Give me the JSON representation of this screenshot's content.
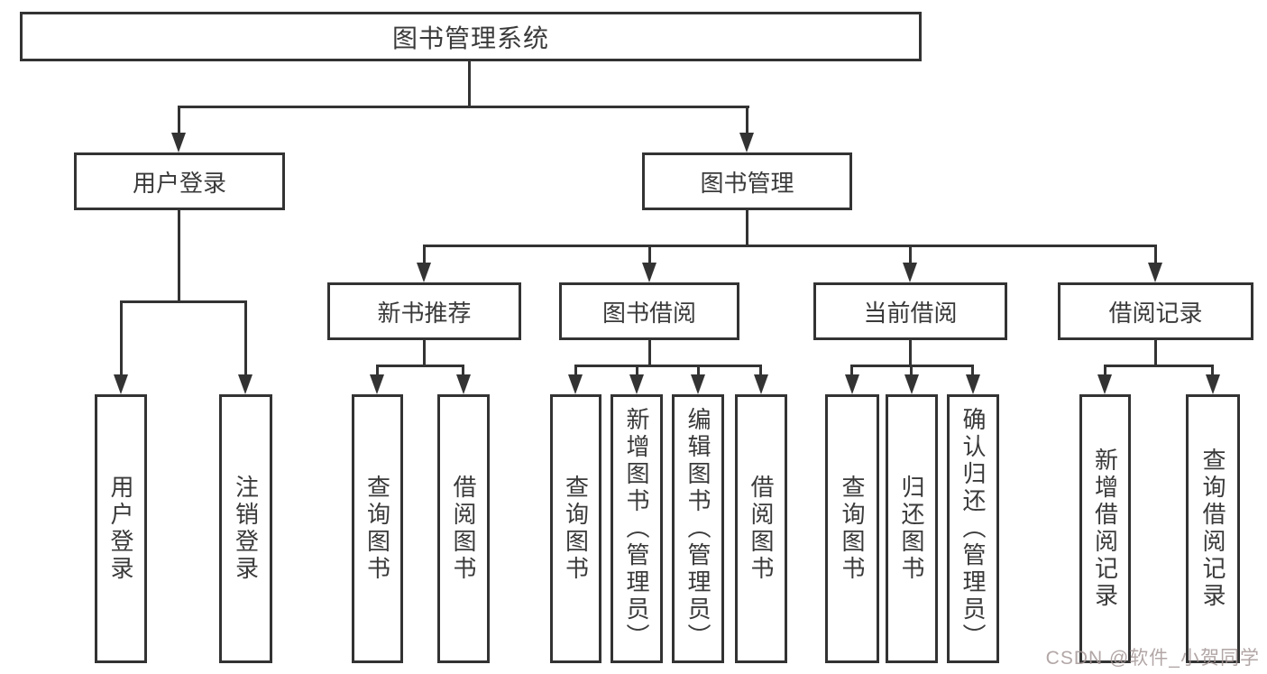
{
  "diagram": {
    "root": {
      "label": "图书管理系统",
      "children": [
        {
          "label": "用户登录",
          "children": [
            {
              "label": "用户登录"
            },
            {
              "label": "注销登录"
            }
          ]
        },
        {
          "label": "图书管理",
          "children": [
            {
              "label": "新书推荐",
              "children": [
                {
                  "label": "查询图书"
                },
                {
                  "label": "借阅图书"
                }
              ]
            },
            {
              "label": "图书借阅",
              "children": [
                {
                  "label": "查询图书"
                },
                {
                  "label": "新增图书（管理员）"
                },
                {
                  "label": "编辑图书（管理员）"
                },
                {
                  "label": "借阅图书"
                }
              ]
            },
            {
              "label": "当前借阅",
              "children": [
                {
                  "label": "查询图书"
                },
                {
                  "label": "归还图书"
                },
                {
                  "label": "确认归还（管理员）"
                }
              ]
            },
            {
              "label": "借阅记录",
              "children": [
                {
                  "label": "新增借阅记录"
                },
                {
                  "label": "查询借阅记录"
                }
              ]
            }
          ]
        }
      ]
    }
  },
  "watermark": {
    "text": "CSDN @软件_小贺同学"
  },
  "colors": {
    "line": "#333333",
    "border": "#333333",
    "text": "#3a3a3a",
    "background": "#ffffff",
    "watermark": "#a59696"
  }
}
